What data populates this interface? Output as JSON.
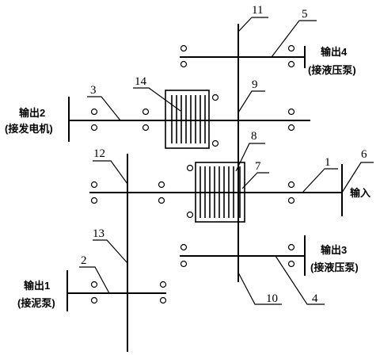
{
  "labels": {
    "output1": "输出1",
    "output1_sub": "(接泥泵)",
    "output2": "输出2",
    "output2_sub": "(接发电机)",
    "output3": "输出3",
    "output3_sub": "(接液压泵)",
    "output4": "输出4",
    "output4_sub": "(接液压泵)",
    "input": "输入"
  },
  "parts": {
    "p1": "1",
    "p2": "2",
    "p3": "3",
    "p4": "4",
    "p5": "5",
    "p6": "6",
    "p7": "7",
    "p8": "8",
    "p9": "9",
    "p10": "10",
    "p11": "11",
    "p12": "12",
    "p13": "13",
    "p14": "14"
  }
}
